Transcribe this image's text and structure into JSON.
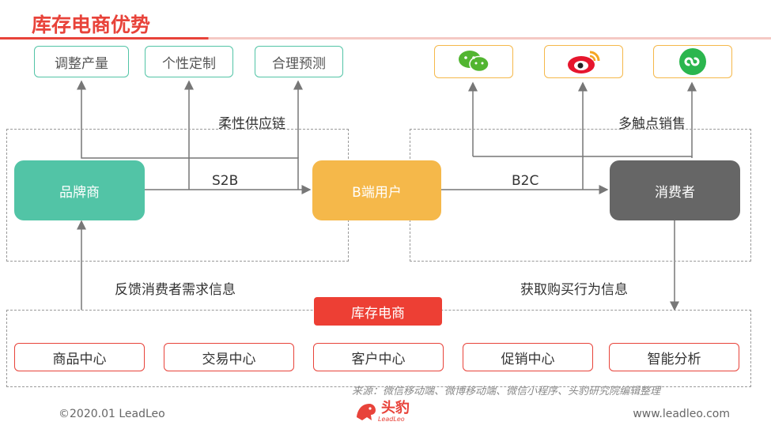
{
  "title": "库存电商优势",
  "top_left_boxes": [
    "调整产量",
    "个性定制",
    "合理预测"
  ],
  "top_right_icons": [
    "wechat-icon",
    "weibo-icon",
    "mini-program-icon"
  ],
  "labels": {
    "flexible_supply": "柔性供应链",
    "multi_touch": "多触点销售",
    "s2b": "S2B",
    "b2c": "B2C",
    "feedback": "反馈消费者需求信息",
    "acquire": "获取购买行为信息"
  },
  "nodes": {
    "brand": "品牌商",
    "b_user": "B端用户",
    "consumer": "消费者"
  },
  "bottom": {
    "header": "库存电商",
    "items": [
      "商品中心",
      "交易中心",
      "客户中心",
      "促销中心",
      "智能分析"
    ]
  },
  "source": "来源：微信移动端、微博移动端、微信小程序、头豹研究院编辑整理",
  "footer": {
    "copyright": "©2020.01 LeadLeo",
    "logo_cn": "头豹",
    "logo_en": "LeadLeo",
    "url": "www.leadleo.com"
  },
  "colors": {
    "accent_red": "#e8433a",
    "brand_green": "#52c4a6",
    "b_user_yellow": "#f5b84a",
    "consumer_gray": "#666666"
  }
}
